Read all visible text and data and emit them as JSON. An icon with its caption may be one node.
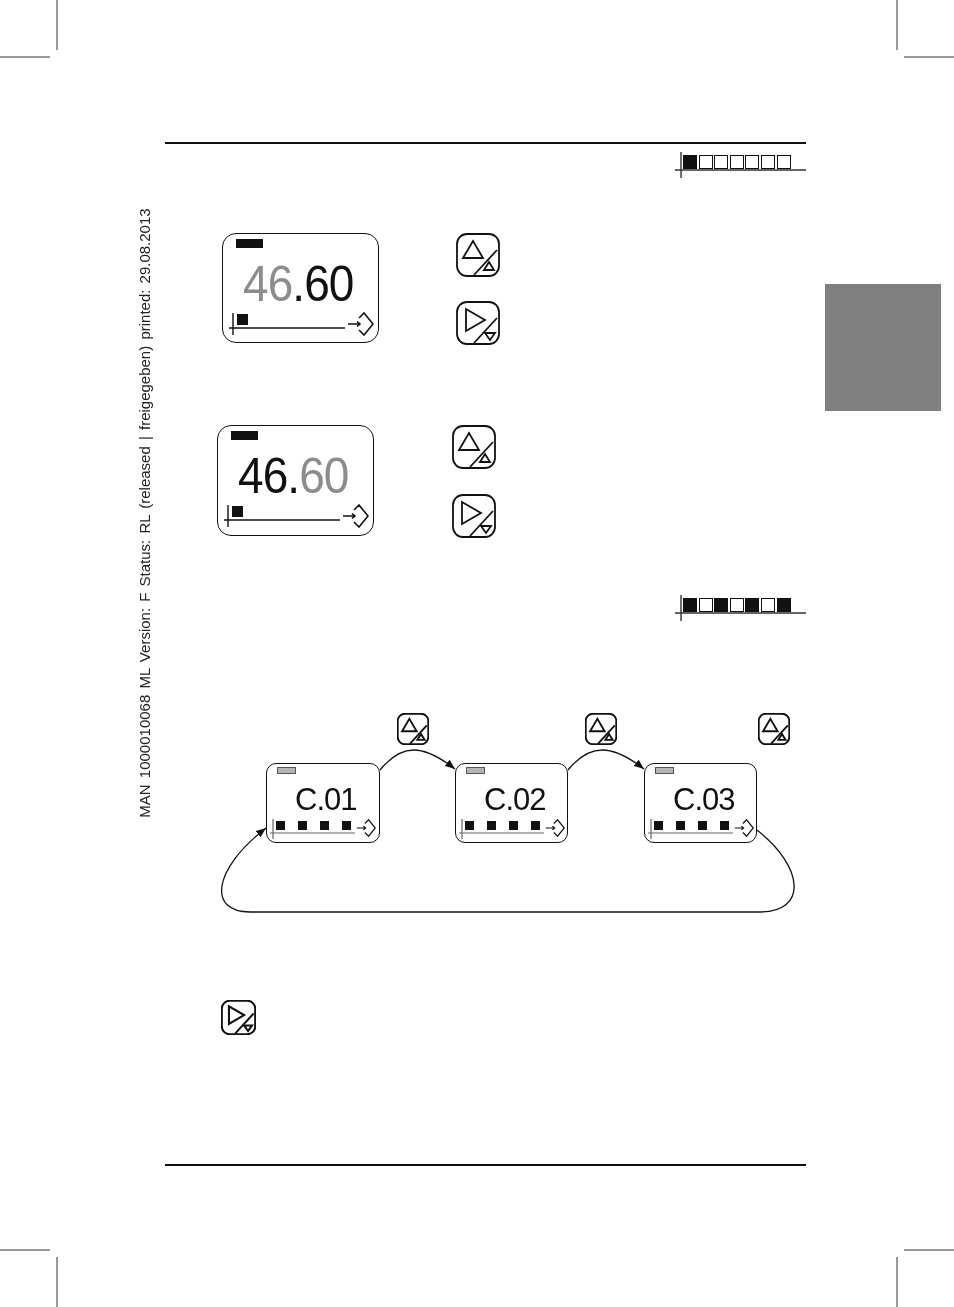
{
  "diagram": {
    "nodes": [
      {
        "text": [
          "46.60"
        ]
      },
      {
        "text": [
          "46.60"
        ]
      },
      {
        "text": [
          "C.01"
        ]
      },
      {
        "text": [
          "C.02"
        ]
      },
      {
        "text": [
          "C.03"
        ]
      }
    ],
    "edges": [
      {
        "from": 2,
        "to": 3,
        "arrow": "to"
      },
      {
        "from": 3,
        "to": 4,
        "arrow": "to"
      },
      {
        "from": 4,
        "to": 2,
        "arrow": "to"
      }
    ],
    "labels": [
      "MAN 1000010068 ML Version: F Status: RL (released | freigegeben) printed: 29.08.2013"
    ]
  }
}
